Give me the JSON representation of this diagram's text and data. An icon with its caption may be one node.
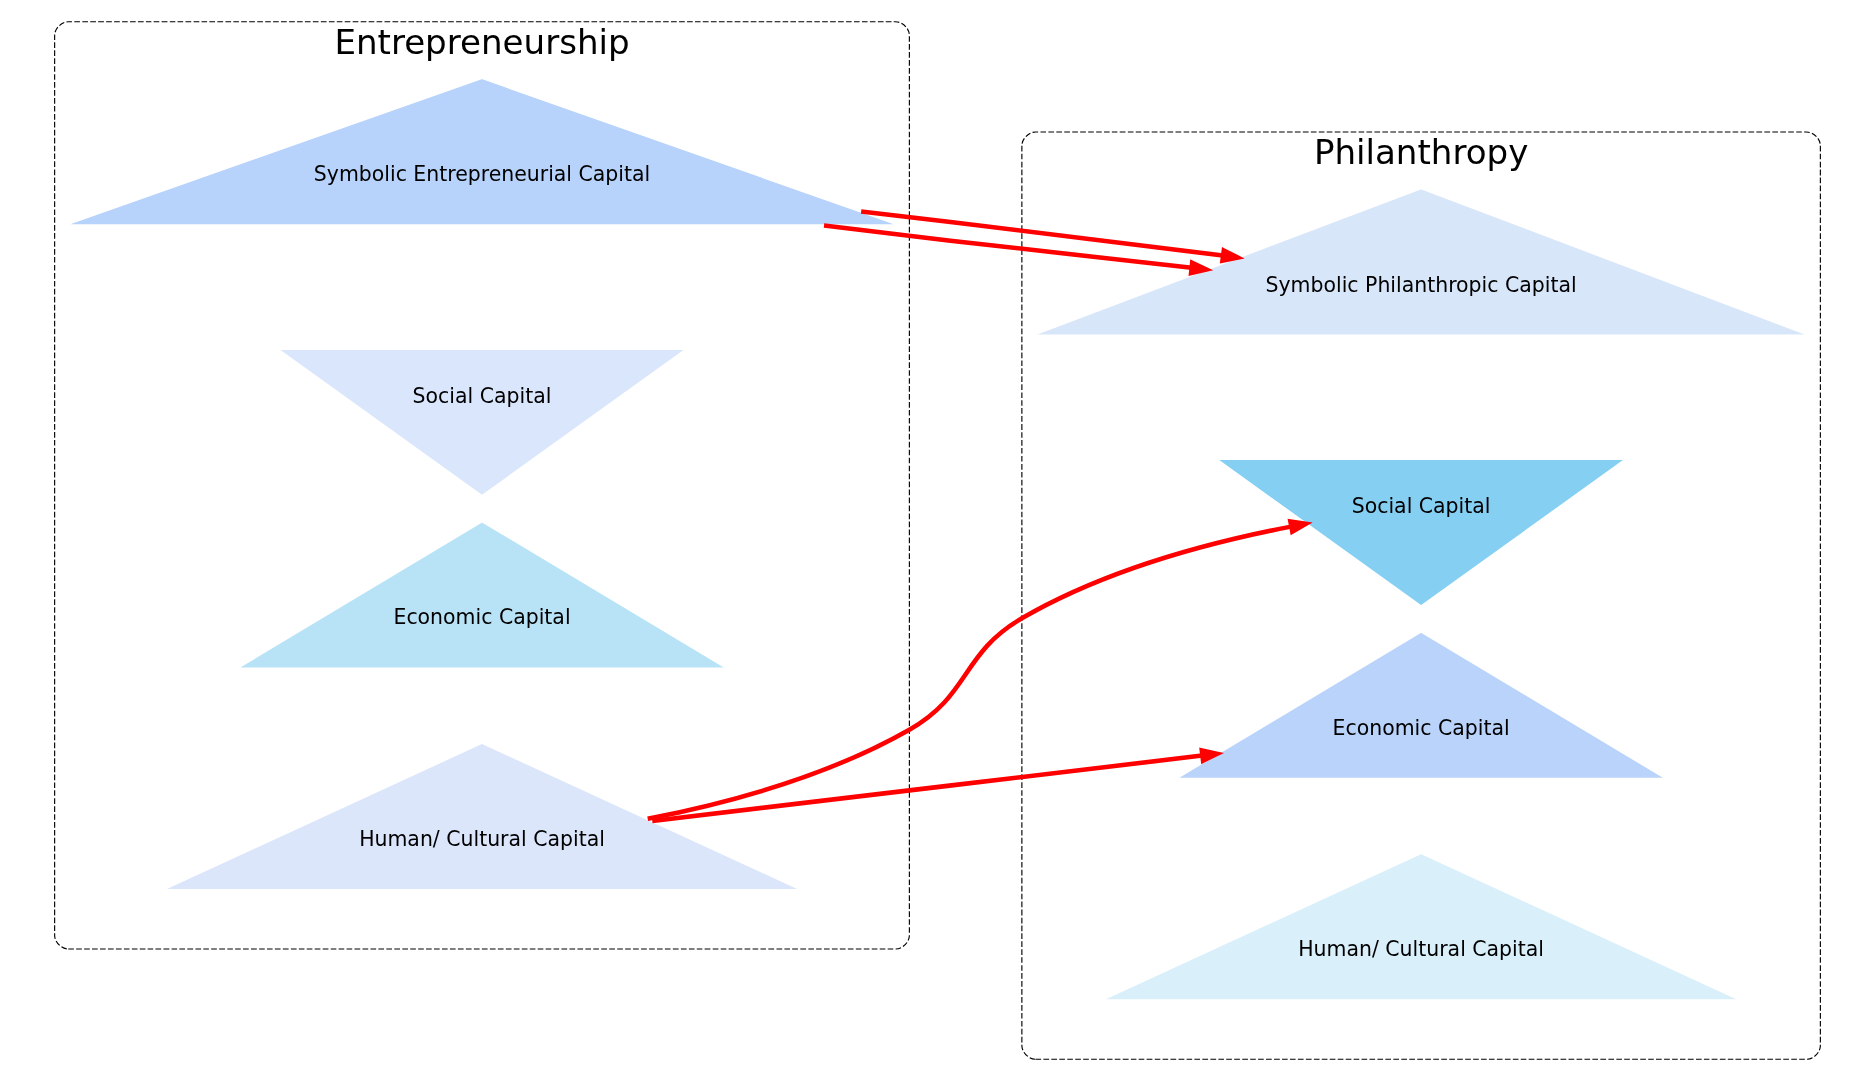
{
  "diagram": {
    "nodes": [
      {
        "text": [
          "Entrepreneurship"
        ]
      },
      {
        "text": [
          "Symbolic Entrepreneurial Capital"
        ],
        "in": 0
      },
      {
        "text": [
          "Social Capital"
        ],
        "in": 0
      },
      {
        "text": [
          "Economic Capital"
        ],
        "in": 0
      },
      {
        "text": [
          "Human/ Cultural Capital"
        ],
        "in": 0
      },
      {
        "text": [
          "Philanthropy"
        ]
      },
      {
        "text": [
          "Symbolic Philanthropic Capital"
        ],
        "in": 5
      },
      {
        "text": [
          "Social Capital"
        ],
        "in": 5
      },
      {
        "text": [
          "Economic Capital"
        ],
        "in": 5
      },
      {
        "text": [
          "Human/ Cultural Capital"
        ],
        "in": 5
      }
    ],
    "edges": [
      {
        "from": 1,
        "to": 6,
        "arrow": "to"
      },
      {
        "from": 1,
        "to": 6,
        "arrow": "to"
      },
      {
        "from": 4,
        "to": 7,
        "arrow": "to"
      },
      {
        "from": 4,
        "to": 8,
        "arrow": "to"
      }
    ]
  }
}
